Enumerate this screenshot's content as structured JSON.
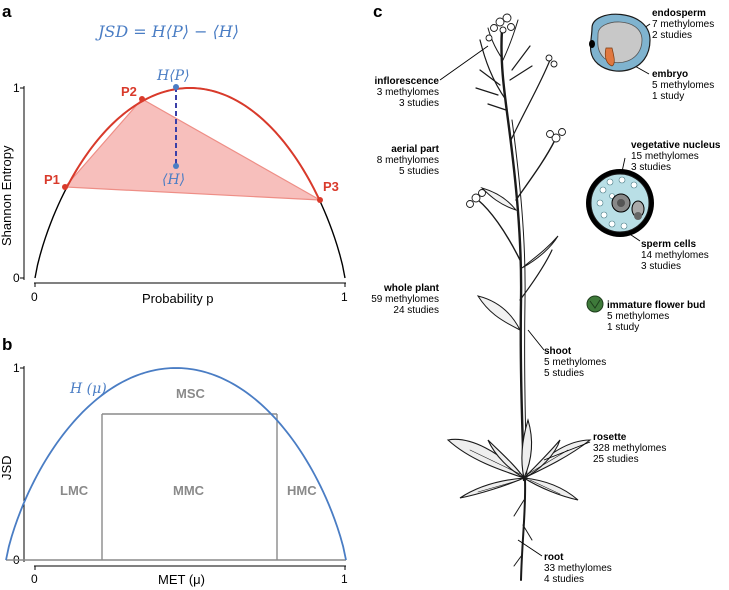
{
  "panel_a": {
    "letter": "a",
    "formula": "JSD = H⟨P⟩ − ⟨H⟩",
    "x_axis_label": "Probability p",
    "y_axis_label": "Shannon Entropy",
    "x_ticks": [
      "0",
      "1"
    ],
    "y_ticks": [
      "0",
      "1"
    ],
    "points": [
      "P1",
      "P2",
      "P3"
    ],
    "top_marker_label": "H⟨P⟩",
    "bottom_marker_label": "⟨H⟩",
    "colors": {
      "curve": "#d93a2b",
      "triangle_fill": "#f6b4b0",
      "marker": "#3a3fa8",
      "math": "#4a7dc4"
    }
  },
  "panel_b": {
    "letter": "b",
    "x_axis_label": "MET (μ)",
    "y_axis_label": "JSD",
    "x_ticks": [
      "0",
      "1"
    ],
    "y_ticks": [
      "0",
      "1"
    ],
    "curve_label": "H (μ)",
    "regions": [
      "LMC",
      "MSC",
      "MMC",
      "HMC"
    ],
    "colors": {
      "curve": "#4a7dc4",
      "region_lines": "#8a8a8a"
    }
  },
  "panel_c": {
    "letter": "c",
    "tissues": [
      {
        "name": "inflorescence",
        "line1": "3 methylomes",
        "line2": "3 studies"
      },
      {
        "name": "aerial part",
        "line1": "8 methylomes",
        "line2": "5 studies"
      },
      {
        "name": "whole plant",
        "line1": "59 methylomes",
        "line2": "24 studies"
      },
      {
        "name": "shoot",
        "line1": "5 methylomes",
        "line2": "5 studies"
      },
      {
        "name": "rosette",
        "line1": "328 methylomes",
        "line2": "25 studies"
      },
      {
        "name": "root",
        "line1": "33 methylomes",
        "line2": "4 studies"
      },
      {
        "name": "endosperm",
        "line1": "7 methylomes",
        "line2": "2 studies"
      },
      {
        "name": "embryo",
        "line1": "5 methylomes",
        "line2": "1 study"
      },
      {
        "name": "vegetative nucleus",
        "line1": "15 methylomes",
        "line2": "3 studies"
      },
      {
        "name": "sperm cells",
        "line1": "14 methylomes",
        "line2": "3 studies"
      },
      {
        "name": "immature flower bud",
        "line1": "5 methylomes",
        "line2": "1 study"
      }
    ]
  }
}
